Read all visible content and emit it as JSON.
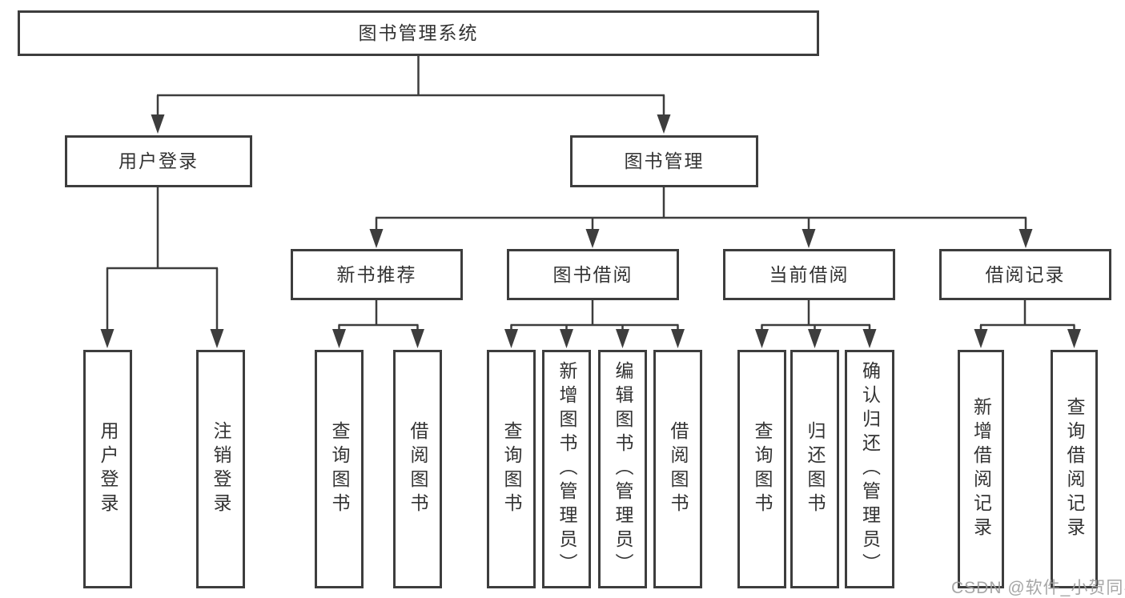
{
  "diagram": {
    "root": "图书管理系统",
    "level2": {
      "user_login": "用户登录",
      "book_mgmt": "图书管理"
    },
    "level3": {
      "new_book_rec": "新书推荐",
      "book_borrow": "图书借阅",
      "current_borrow": "当前借阅",
      "borrow_record": "借阅记录"
    },
    "leaves": {
      "user_login_leaf": "用户登录",
      "logout": "注销登录",
      "rec_query": "查询图书",
      "rec_borrow": "借阅图书",
      "bb_query": "查询图书",
      "bb_add": "新增图书（管理员）",
      "bb_edit": "编辑图书（管理员）",
      "bb_borrow": "借阅图书",
      "cb_query": "查询图书",
      "cb_return": "归还图书",
      "cb_confirm": "确认归还（管理员）",
      "br_add": "新增借阅记录",
      "br_query": "查询借阅记录"
    }
  },
  "watermark": "CSDN @软件_小贺同学",
  "colors": {
    "line": "#3d3d3d",
    "text": "#333333",
    "watermark": "#9e9e9e",
    "background": "#ffffff"
  }
}
